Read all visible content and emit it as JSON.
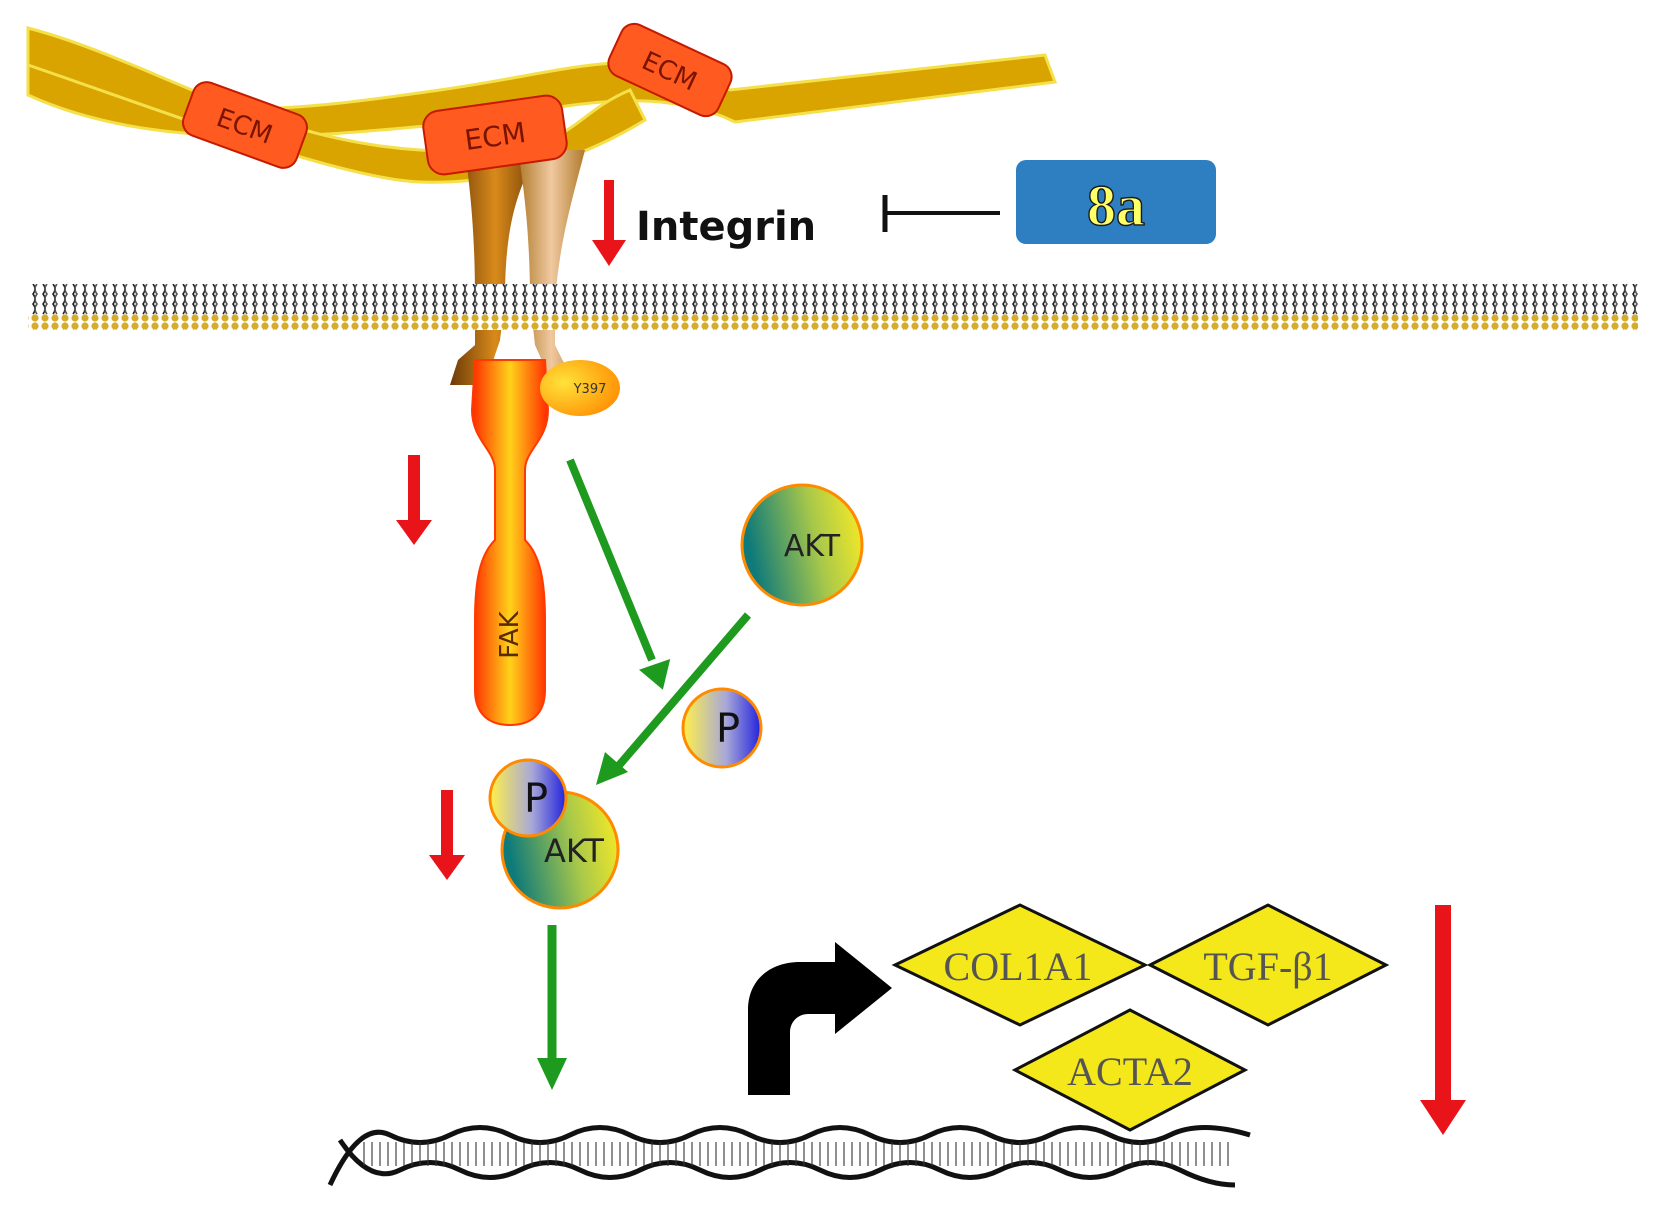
{
  "ecm": {
    "label": "ECM"
  },
  "integrin": {
    "label": "Integrin"
  },
  "inhibitor": {
    "label": "8a"
  },
  "fak": {
    "label": "FAK",
    "site_label": "Y397"
  },
  "akt": {
    "label": "AKT"
  },
  "phosphate": {
    "label": "P"
  },
  "genes": [
    {
      "label": "COL1A1"
    },
    {
      "label": "TGF-β1"
    },
    {
      "label": "ACTA2"
    }
  ],
  "colors": {
    "ecm_fiber": "#D9A300",
    "ecm_box": "#FF5A1F",
    "inhibitor_box": "#2E7FC2",
    "inhibitor_text": "#FFFF66",
    "down_arrow": "#E8141A",
    "activation_arrow": "#1E9A1E",
    "gene_diamond": "#F5E81A",
    "membrane": "#C9A227"
  }
}
